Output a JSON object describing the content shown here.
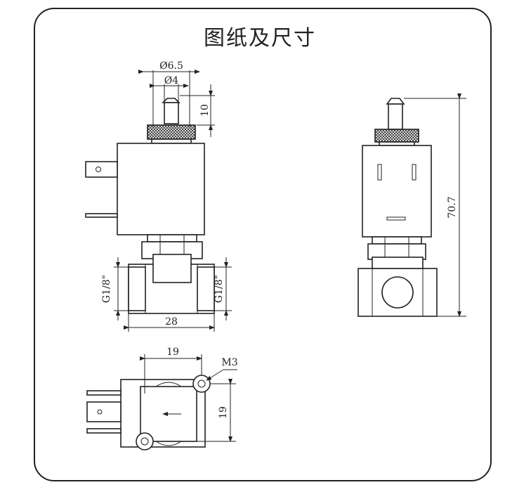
{
  "title": "图纸及尺寸",
  "dimensions": {
    "d_outer": "Ø6.5",
    "d_inner": "Ø4",
    "h_nozzle": "10",
    "port_left": "G1/8\"",
    "port_right": "G1/8\"",
    "width_body": "28",
    "width_top": "19",
    "height_top": "19",
    "screw": "M3",
    "overall_height": "70.7"
  }
}
